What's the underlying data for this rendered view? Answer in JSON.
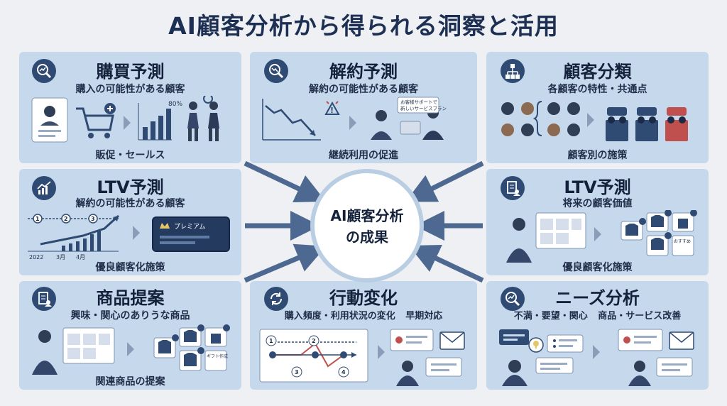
{
  "title": "AI顧客分析から得られる洞察と活用",
  "center": {
    "line1": "AI顧客分析",
    "line2": "の成果"
  },
  "cards": {
    "purchase": {
      "title": "購買予測",
      "sub": "購入の可能性がある顧客",
      "foot": "販促・セールス",
      "chart_label": "80%",
      "icon": "magnifier-chart-icon"
    },
    "churn": {
      "title": "解約予測",
      "sub": "解約の可能性がある顧客",
      "foot": "継続利用の促進",
      "bubble": "お客様サポートで\n新しいサービスプラン",
      "icon": "magnifier-chart-icon"
    },
    "segment": {
      "title": "顧客分類",
      "sub": "各顧客の特性・共通点",
      "foot": "顧客別の施策",
      "icon": "hierarchy-icon"
    },
    "ltv_left": {
      "title": "LTV予測",
      "sub": "解約の可能性がある顧客",
      "foot": "優良顧客化施策",
      "card_label": "プレミアム",
      "timeline": [
        "2022",
        "3月",
        "4月"
      ],
      "steps": [
        "1",
        "2",
        "3"
      ],
      "icon": "growth-chart-icon"
    },
    "ltv_right": {
      "title": "LTV予測",
      "sub": "将来の顧客価値",
      "foot": "優良顧客化施策",
      "tag": "おすすめ",
      "icon": "document-user-icon"
    },
    "product": {
      "title": "商品提案",
      "sub": "興味・関心のありうな商品",
      "foot": "関連商品の提案",
      "tag": "ギフト作成",
      "icon": "document-user-icon"
    },
    "behavior": {
      "title": "行動変化",
      "sub": "購入頻度・利用状況の変化",
      "sub2": "早期対応",
      "steps": [
        "1",
        "2",
        "3",
        "4"
      ],
      "icon": "refresh-icon"
    },
    "needs": {
      "title": "ニーズ分析",
      "sub": "不満・要望・関心",
      "sub2": "商品・サービス改善",
      "icon": "magnifier-chart-icon"
    }
  },
  "colors": {
    "card": "#c6d9ec",
    "navy": "#2f4a73",
    "arrow": "#4d6991",
    "red": "#c0504d"
  }
}
